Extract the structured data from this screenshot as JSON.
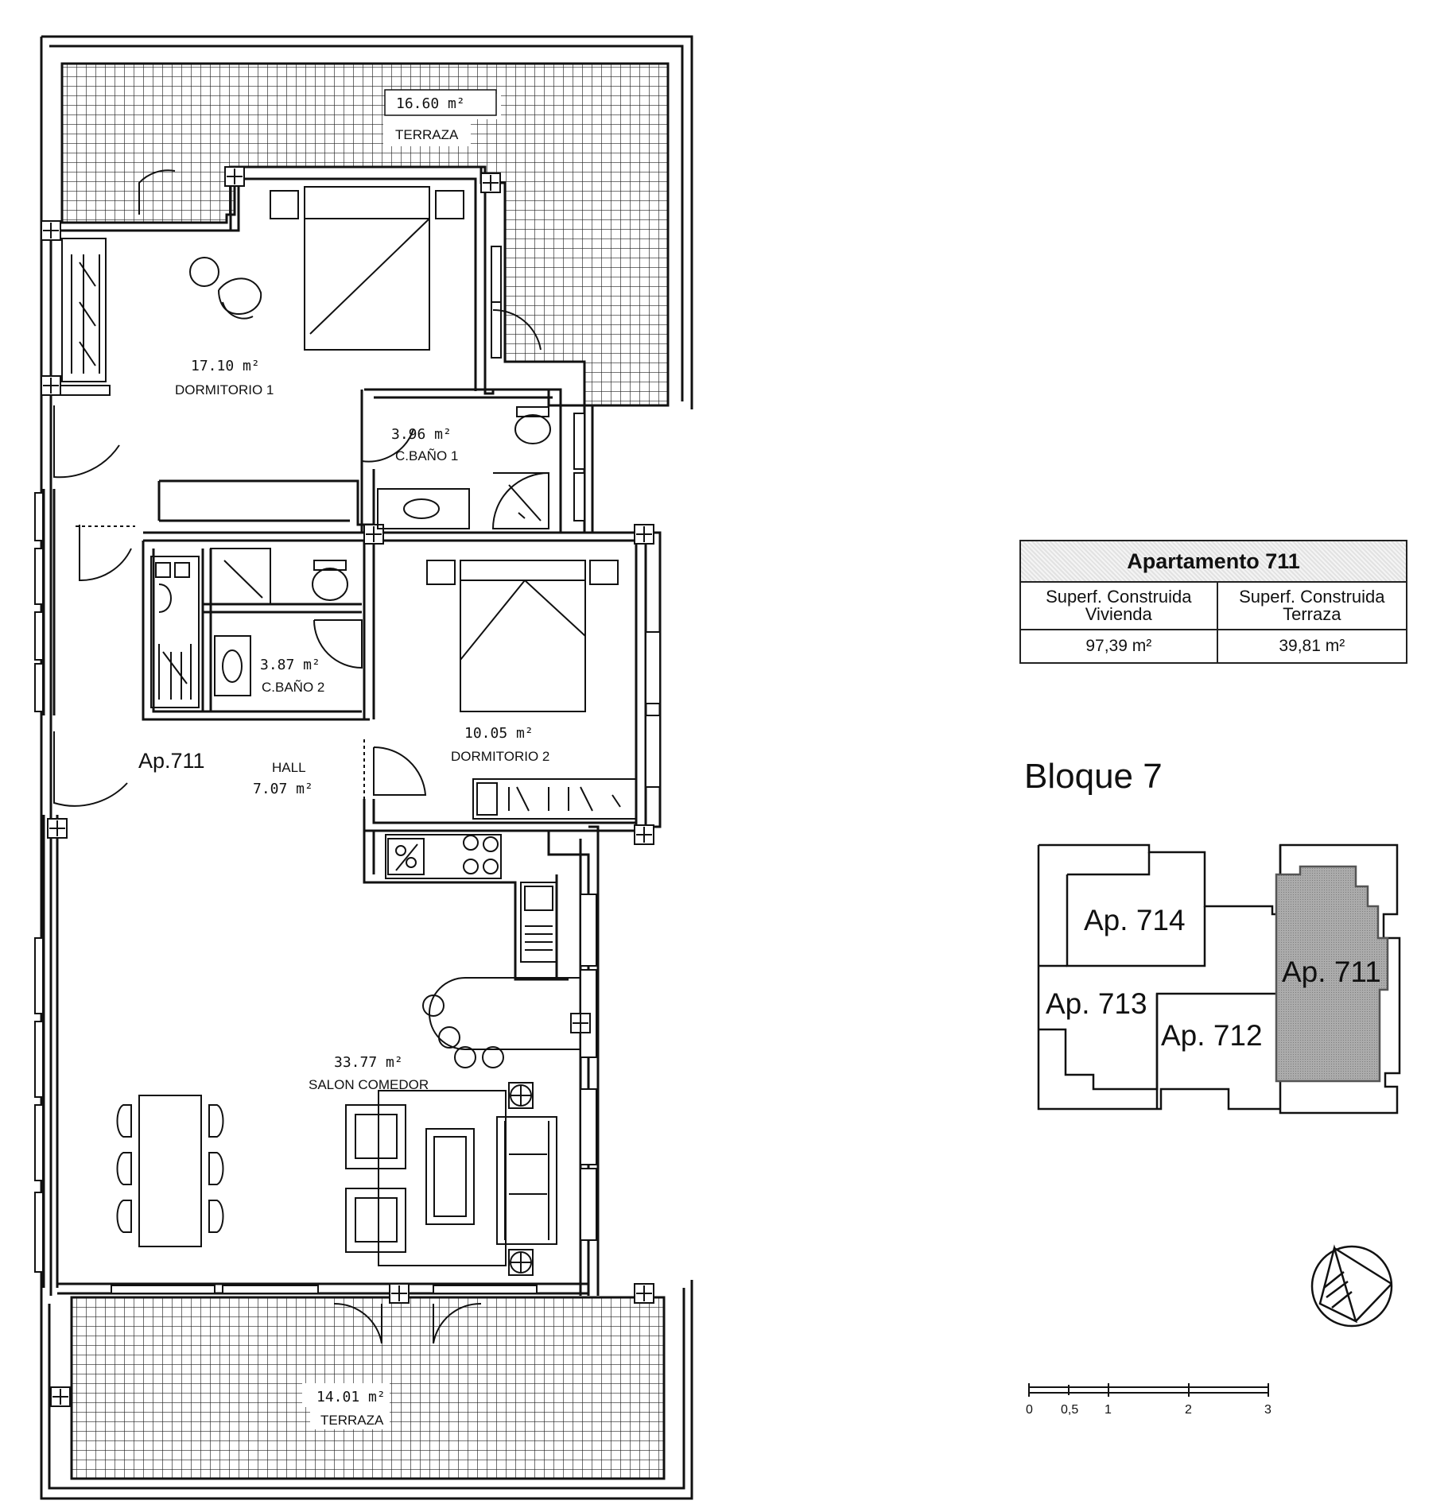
{
  "apartment_label": "Ap.711",
  "rooms": {
    "terraza_top": {
      "area": "16.60 m²",
      "name": "TERRAZA"
    },
    "dormitorio_1": {
      "area": "17.10 m²",
      "name": "DORMITORIO 1"
    },
    "bano_1": {
      "area": "3.96 m²",
      "name": "C.BAÑO 1"
    },
    "bano_2": {
      "area": "3.87 m²",
      "name": "C.BAÑO 2"
    },
    "dormitorio_2": {
      "area": "10.05 m²",
      "name": "DORMITORIO 2"
    },
    "hall": {
      "area": "7.07 m²",
      "name": "HALL"
    },
    "salon": {
      "area": "33.77 m²",
      "name": "SALON COMEDOR"
    },
    "terraza_bottom": {
      "area": "14.01 m²",
      "name": "TERRAZA"
    }
  },
  "info_table": {
    "title": "Apartamento 711",
    "col1_header": "Superf. Construida Vivienda",
    "col2_header": "Superf. Construida Terraza",
    "col1_value": "97,39 m²",
    "col2_value": "39,81 m²"
  },
  "bloque": "Bloque 7",
  "key_plan": {
    "units": [
      "Ap. 714",
      "Ap. 713",
      "Ap. 712",
      "Ap. 711"
    ],
    "highlighted": "Ap. 711",
    "highlight_color": "#a9a9a9"
  },
  "scale": {
    "ticks": [
      "0",
      "0,5",
      "1",
      "2",
      "3"
    ]
  }
}
